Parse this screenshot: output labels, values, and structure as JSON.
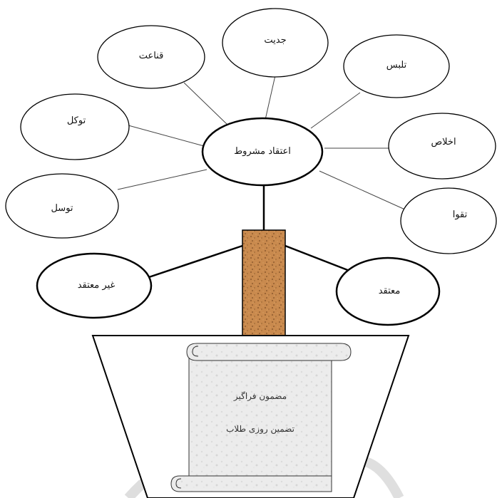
{
  "diagram": {
    "center": "اعتقاد مشروط",
    "branches": {
      "jeddiyat": "جدیت",
      "ghanaat": "قناعت",
      "talabbos": "تلبس",
      "tavakkol": "توکل",
      "ekhlas": "اخلاص",
      "tavassol": "توسل",
      "taghva": "تقوا",
      "gheir_motaghed": "غیر معتقد",
      "motaghed": "معتقد"
    },
    "scroll": {
      "line1": "مضمون فراگیر",
      "line2": "تضمین روزی طلاب"
    }
  },
  "colors": {
    "trunk": "#c98a4e",
    "trunk_speckle": "#7a4a22",
    "pot_outline": "#000000",
    "scroll_fill": "#e9e9e9",
    "watermark": "#bdbdbd"
  }
}
